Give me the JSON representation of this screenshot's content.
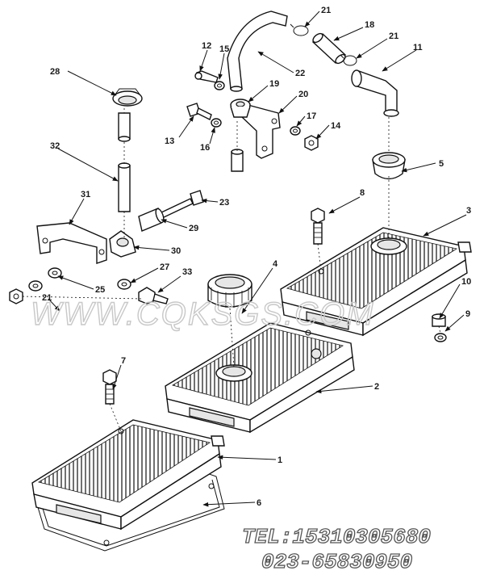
{
  "callouts": [
    {
      "n": "1"
    },
    {
      "n": "2"
    },
    {
      "n": "3"
    },
    {
      "n": "4"
    },
    {
      "n": "5"
    },
    {
      "n": "6"
    },
    {
      "n": "7"
    },
    {
      "n": "8"
    },
    {
      "n": "9"
    },
    {
      "n": "10"
    },
    {
      "n": "11"
    },
    {
      "n": "12"
    },
    {
      "n": "13"
    },
    {
      "n": "14"
    },
    {
      "n": "15"
    },
    {
      "n": "16"
    },
    {
      "n": "17"
    },
    {
      "n": "18"
    },
    {
      "n": "19"
    },
    {
      "n": "20"
    },
    {
      "n": "21"
    },
    {
      "n": "21"
    },
    {
      "n": "21"
    },
    {
      "n": "22"
    },
    {
      "n": "23"
    },
    {
      "n": "25"
    },
    {
      "n": "27"
    },
    {
      "n": "28"
    },
    {
      "n": "29"
    },
    {
      "n": "30"
    },
    {
      "n": "31"
    },
    {
      "n": "32"
    },
    {
      "n": "33"
    }
  ],
  "watermark": "WWW.CQKSGS.COM",
  "contact": {
    "tel": "TEL:15310305680",
    "phone": "023-65830950"
  }
}
